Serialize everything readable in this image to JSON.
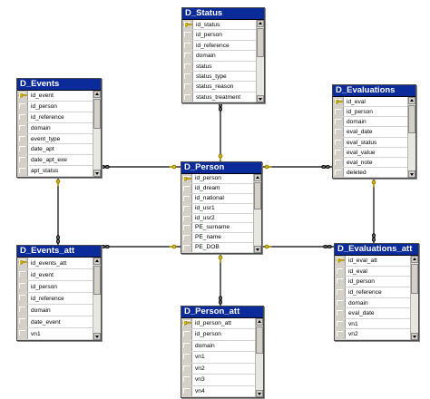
{
  "tables": {
    "status": {
      "title": "D_Status",
      "fields": [
        "id_status",
        "id_person",
        "id_reference",
        "domain",
        "status",
        "status_type",
        "status_reason",
        "status_treatment"
      ],
      "key_field": "id_status"
    },
    "events": {
      "title": "D_Events",
      "fields": [
        "id_event",
        "id_person",
        "id_reference",
        "domain",
        "event_type",
        "date_apt",
        "date_apt_exe",
        "apt_status"
      ],
      "key_field": "id_event"
    },
    "evaluations": {
      "title": "D_Evaluations",
      "fields": [
        "id_eval",
        "id_person",
        "domain",
        "eval_date",
        "eval_status",
        "eval_value",
        "eval_note",
        "deleted"
      ],
      "key_field": "id_eval"
    },
    "person": {
      "title": "D_Person",
      "fields": [
        "id_person",
        "id_dream",
        "id_national",
        "id_usr1",
        "id_usr2",
        "PE_surname",
        "PE_name",
        "PE_DOB"
      ],
      "key_field": "id_person"
    },
    "events_att": {
      "title": "D_Events_att",
      "fields": [
        "id_events_att",
        "id_event",
        "id_person",
        "id_reference",
        "domain",
        "date_event",
        "vn1"
      ],
      "key_field": "id_events_att"
    },
    "evaluations_att": {
      "title": "D_Evaluations_att",
      "fields": [
        "id_eval_att",
        "id_eval",
        "id_person",
        "id_reference",
        "domain",
        "eval_date",
        "vn1",
        "vn2"
      ],
      "key_field": "id_eval_att"
    },
    "person_att": {
      "title": "D_Person_att",
      "fields": [
        "id_person_att",
        "id_person",
        "domain",
        "vn1",
        "vn2",
        "vn3",
        "vn4"
      ],
      "key_field": "id_person_att"
    }
  },
  "colors": {
    "title_bar": "#0b2b9a",
    "title_text": "#ffffff",
    "connector": "#000000",
    "key_icon": "#d9b600"
  },
  "icons": {
    "primary_key": "key-icon",
    "one_end": "key-icon",
    "many_end": "infinity-icon"
  }
}
